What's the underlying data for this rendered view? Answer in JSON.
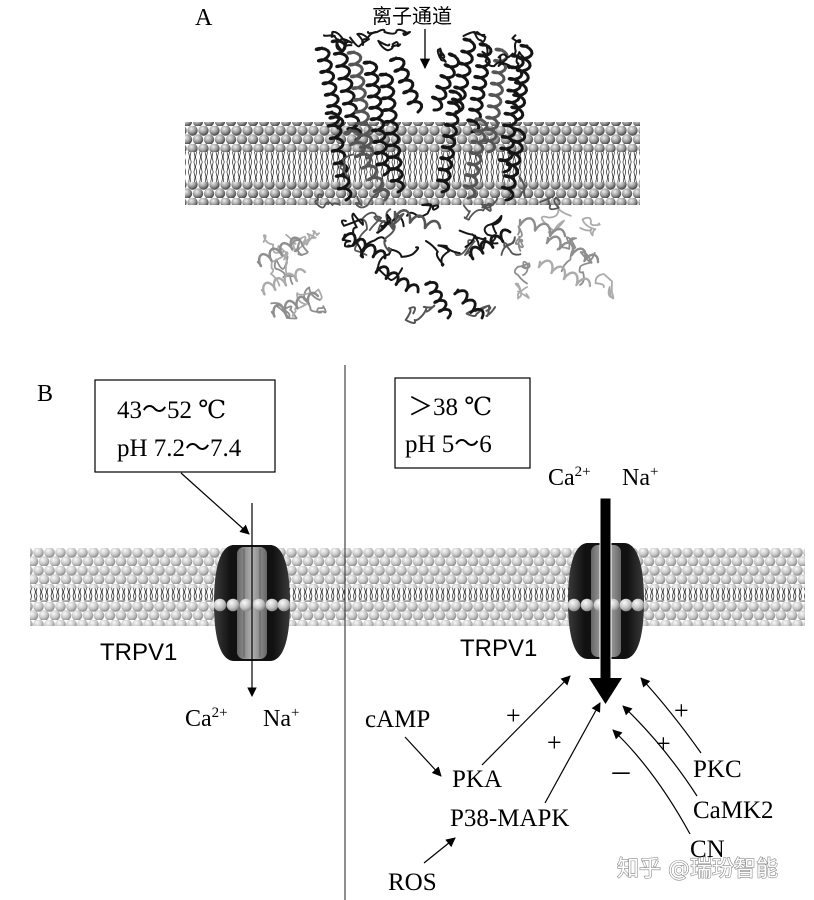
{
  "panel_a": {
    "label": "A",
    "ion_channel_label": "离子通道"
  },
  "panel_b": {
    "label": "B",
    "left": {
      "conditions": {
        "temperature": "43～52 ℃",
        "ph": "pH 7.2～7.4"
      },
      "channel_label": "TRPV1",
      "ions": {
        "calcium": {
          "base": "Ca",
          "charge": "2+"
        },
        "sodium": {
          "base": "Na",
          "charge": "+"
        }
      }
    },
    "right": {
      "conditions": {
        "temperature": "＞38 ℃",
        "ph": "pH 5～6"
      },
      "channel_label": "TRPV1",
      "ions": {
        "calcium": {
          "base": "Ca",
          "charge": "2+"
        },
        "sodium": {
          "base": "Na",
          "charge": "+"
        }
      },
      "regulators": {
        "camp": "cAMP",
        "pka": "PKA",
        "p38_mapk": "P38-MAPK",
        "ros": "ROS",
        "pkc": "PKC",
        "camk2": "CaMK2",
        "cn": "CN"
      },
      "effects": {
        "pka": "+",
        "p38_mapk": "+",
        "pkc": "+",
        "camk2": "+",
        "cn": "－"
      }
    }
  },
  "watermark": "知乎 @瑞玢智能",
  "colors": {
    "ink": "#000000",
    "protein_dark": "#151515",
    "protein_gray": "#8e8e8e",
    "lipid_head": "#c4c4c4",
    "channel": "#1e1e1e"
  },
  "icons": {
    "arrow": "arrow-icon"
  }
}
